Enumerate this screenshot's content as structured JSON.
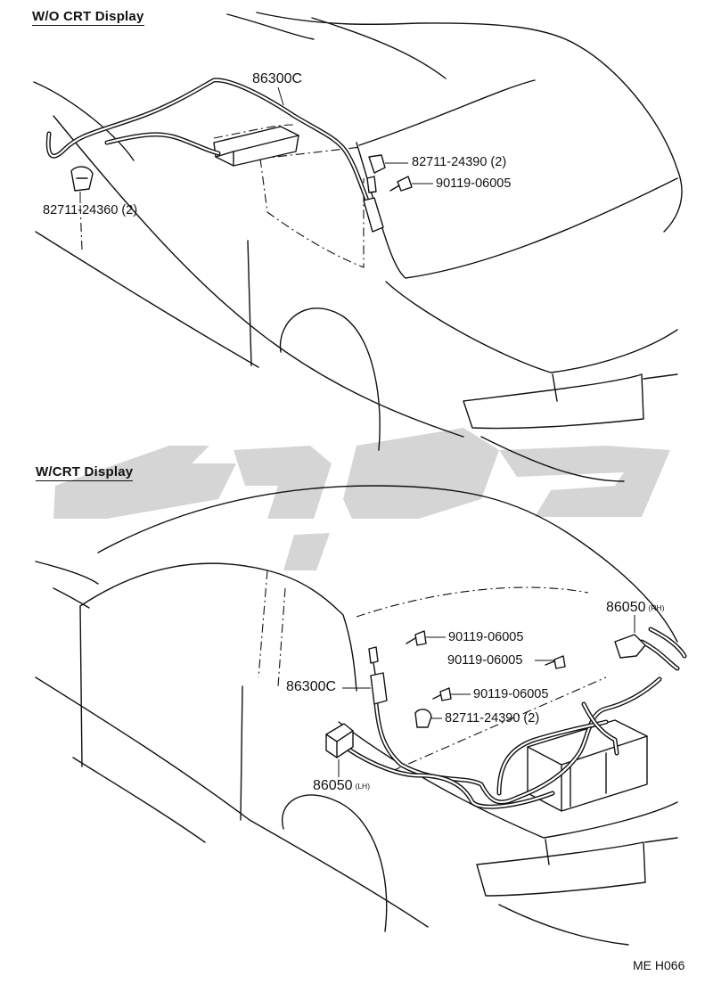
{
  "sections": {
    "top_title": "W/O CRT Display",
    "bottom_title": "W/CRT Display"
  },
  "parts_top": {
    "cord": "86300C",
    "clamp_right": "82711-24390 (2)",
    "bolt": "90119-06005",
    "clamp_left": "82711-24360 (2)"
  },
  "parts_bottom": {
    "amp_rh": "86050",
    "amp_rh_side": "(RH)",
    "bolt_1": "90119-06005",
    "bolt_2": "90119-06005",
    "bolt_3": "90119-06005",
    "cord": "86300C",
    "clamp": "82711-24390 (2)",
    "amp_lh": "86050",
    "amp_lh_side": "(LH)"
  },
  "drawing_code": "ME H066"
}
